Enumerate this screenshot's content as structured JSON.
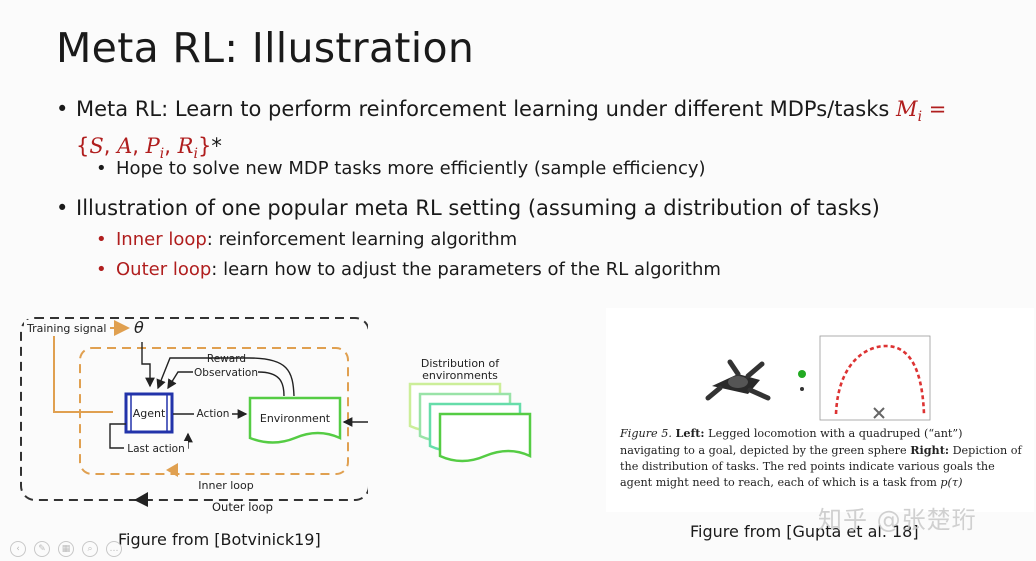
{
  "slide": {
    "title": "Meta RL: Illustration",
    "bullet1": {
      "text": "Meta RL: Learn to perform reinforcement learning under different MDPs/tasks",
      "math_lhs": "M",
      "math_sub": "i",
      "math_eq": "=",
      "math_set_open": "{",
      "math_S": "S",
      "math_sep1": ", ",
      "math_A": "A",
      "math_sep2": ", ",
      "math_P": "P",
      "math_P_sub": "i",
      "math_sep3": ", ",
      "math_R": "R",
      "math_R_sub": "i",
      "math_set_close": "}",
      "asterisk": "*"
    },
    "sub1": "Hope to solve new MDP tasks more efficiently (sample efficiency)",
    "bullet2": "Illustration of one popular meta RL setting (assuming a distribution of tasks)",
    "sub2": {
      "label": "Inner loop",
      "text": ": reinforcement learning algorithm"
    },
    "sub3": {
      "label": "Outer loop",
      "text": ": learn how to adjust the parameters of the RL algorithm"
    }
  },
  "diagram_left": {
    "training_signal": "Training signal",
    "theta": "θ",
    "reward": "Reward",
    "observation": "Observation",
    "agent": "Agent",
    "action": "Action",
    "environment": "Environment",
    "last_action": "Last action",
    "inner_loop": "Inner loop",
    "outer_loop": "Outer loop",
    "distribution_line1": "Distribution of",
    "distribution_line2": "environments",
    "caption": "Figure from [Botvinick19]"
  },
  "figure_right": {
    "caption_label": "Figure 5.",
    "left_label": "Left:",
    "left_text": "Legged locomotion with a quadruped (“ant”) navigating to a goal, depicted by the green sphere",
    "right_label": "Right:",
    "right_text": "Depiction of the distribution of tasks. The red points indicate various goals the agent might need to reach, each of which is a task from",
    "p_tau": "p(τ)",
    "caption": "Figure from [Gupta et al. 18]"
  },
  "watermark": "知乎 @张楚珩",
  "colors": {
    "accent_red": "#b01e1e",
    "orange_loop": "#e0a050",
    "agent_blue": "#2233aa",
    "env_green": "#55cc44"
  }
}
